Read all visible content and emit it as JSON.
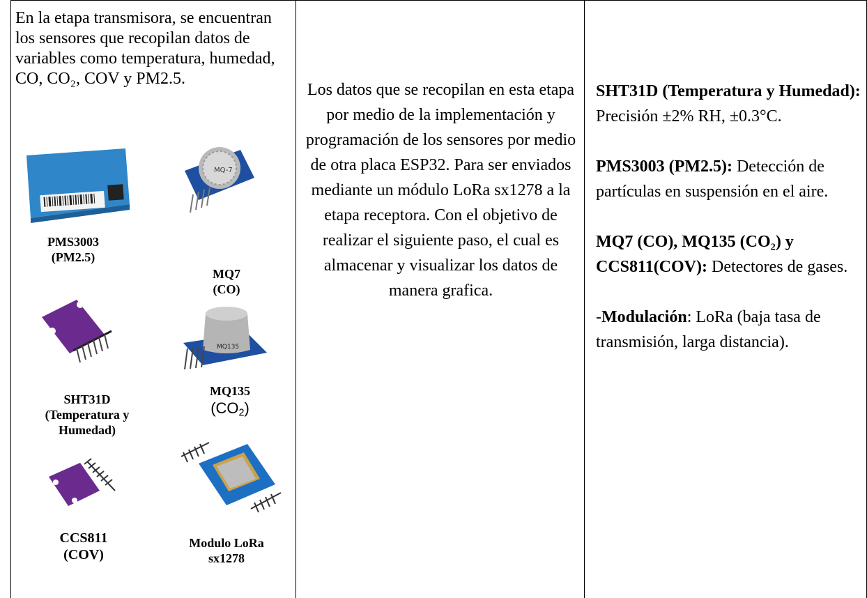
{
  "column1": {
    "intro": "En la etapa transmisora, se encuentran los sensores que recopilan datos de variables como temperatura, humedad, CO, CO₂, COV y PM2.5.",
    "captions": {
      "pms_name": "PMS3003",
      "pms_var": "(PM2.5)",
      "mq7_name": "MQ7",
      "mq7_var": "(CO)",
      "sht_name": "SHT31D",
      "sht_var1": "(Temperatura y",
      "sht_var2": "Humedad)",
      "mq135_name": "MQ135",
      "mq135_var_prefix": "(CO",
      "mq135_var_sub": "2",
      "mq135_var_suffix": ")",
      "ccs_name": "CCS811",
      "ccs_var": "(COV)",
      "lora_name": "Modulo LoRa",
      "lora_model": "sx1278"
    },
    "image_labels": {
      "mq7": "MQ-7",
      "mq135": "MQ135"
    }
  },
  "column2": {
    "text": "Los datos que se recopilan en esta etapa por medio de la implementación y programación de los sensores por medio de otra placa ESP32. Para ser enviados mediante un módulo LoRa sx1278 a la etapa receptora. Con el objetivo de realizar el siguiente paso, el cual es almacenar y visualizar los datos de manera grafica."
  },
  "column3": {
    "items": [
      {
        "bold": "SHT31D (Temperatura y Humedad):",
        "text": " Precisión ±2% RH, ±0.3°C.",
        "prefix": ""
      },
      {
        "bold": "PMS3003 (PM2.5):",
        "text": " Detección de partículas en suspensión en el aire.",
        "prefix": ""
      },
      {
        "bold": "MQ7 (CO), MQ135 (CO₂) y CCS811(COV):",
        "text": " Detectores de gases.",
        "prefix": ""
      },
      {
        "bold": "Modulación",
        "text": ": LoRa (baja tasa de transmisión, larga distancia).",
        "prefix": "-"
      }
    ]
  },
  "colors": {
    "pms_blue": "#2f86c9",
    "sensor_board_blue": "#1f4fa0",
    "sensor_purple": "#6b2a8e",
    "lora_blue": "#1d6fc4",
    "pin_dark": "#2a2a2a"
  }
}
